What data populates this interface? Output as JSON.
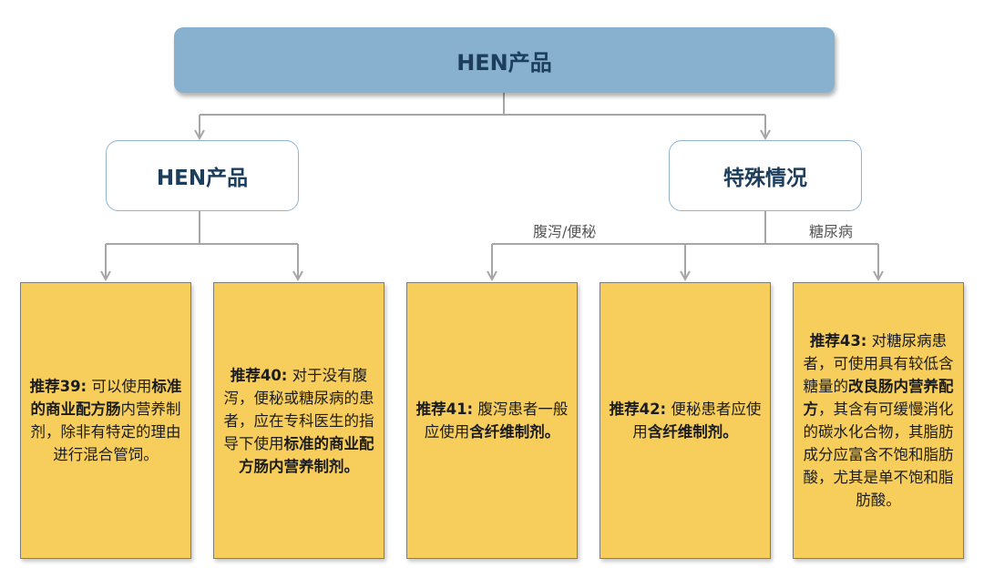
{
  "root": {
    "title": "HEN产品"
  },
  "branches": {
    "left": {
      "title": "HEN产品"
    },
    "right": {
      "title": "特殊情况",
      "labels": {
        "diarrhea": "腹泻/便秘",
        "diabetes": "糖尿病"
      }
    }
  },
  "recommendations": [
    {
      "label": "推荐39:",
      "t1": " 可以使用",
      "b1": "标准的商业配方肠",
      "t2": "内营养制剂，除非有特定的理由进行混合管饲。",
      "b2": ""
    },
    {
      "label": "推荐40:",
      "t1": " 对于没有腹泻，便秘或糖尿病的患者，应在专科医生的指导下使用",
      "b1": "标准的商业配方肠内营养制剂。",
      "t2": "",
      "b2": ""
    },
    {
      "label": "推荐41:",
      "t1": " 腹泻患者一般应使用",
      "b1": "含纤维制剂。",
      "t2": "",
      "b2": ""
    },
    {
      "label": "推荐42:",
      "t1": " 便秘患者应使用",
      "b1": "含纤维制剂。",
      "t2": "",
      "b2": ""
    },
    {
      "label": "推荐43:",
      "t1": " 对糖尿病患者，可使用具有较低含糖量的",
      "b1": "改良肠内营养配方",
      "t2": "，其含有可缓慢消化的碳水化合物，其脂肪成分应富含不饱和脂肪酸，尤其是单不饱和脂肪酸。",
      "b2": ""
    }
  ],
  "colors": {
    "root_fill": "#87b1cf",
    "title_text": "#1c3d5c",
    "mid_border": "#8fb3d0",
    "rec_fill": "#f7ce5b",
    "connector": "#a6a6a6"
  }
}
